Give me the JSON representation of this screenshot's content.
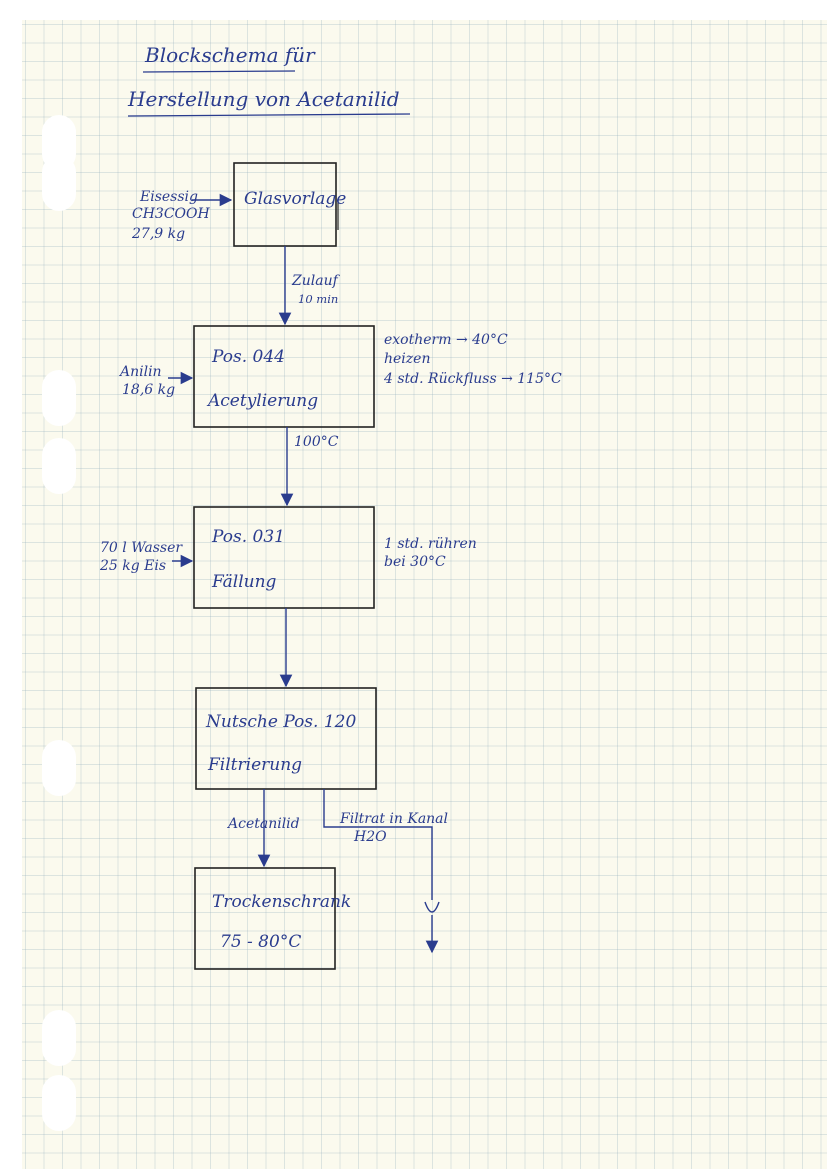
{
  "title": {
    "line1": "Blockschema für",
    "line2": "Herstellung von Acetanilid"
  },
  "boxes": {
    "glasvorlage": {
      "label": "Glasvorlage"
    },
    "acetylierung": {
      "line1": "Pos. 044",
      "line2": "Acetylierung"
    },
    "faellung": {
      "line1": "Pos. 031",
      "line2": "Fällung"
    },
    "filtrierung": {
      "line1": "Nutsche Pos. 120",
      "line2": "Filtrierung"
    },
    "trockenschrank": {
      "line1": "Trockenschrank",
      "line2": "75 - 80°C"
    }
  },
  "inputs": {
    "eisessig": {
      "line1": "Eisessig",
      "line2": "CH3COOH",
      "line3": "27,9 kg"
    },
    "anilin": {
      "line1": "Anilin",
      "line2": "18,6 kg"
    },
    "wasser_eis": {
      "line1": "70 l Wasser",
      "line2": "25 kg Eis"
    }
  },
  "flow_labels": {
    "zulauf": {
      "line1": "Zulauf",
      "line2": "10 min"
    },
    "temp_100": "100°C",
    "acetanilid": "Acetanilid",
    "filtrat": {
      "line1": "Filtrat in Kanal",
      "line2": "H2O"
    }
  },
  "notes": {
    "acetylierung": {
      "line1": "exotherm → 40°C",
      "line2": "heizen",
      "line3": "4 std. Rückfluss → 115°C"
    },
    "faellung": {
      "line1": "1 std. rühren",
      "line2": "bei 30°C"
    }
  },
  "colors": {
    "ink": "#2a3c8e",
    "box_line": "#222222",
    "paper": "#fbfaee"
  }
}
